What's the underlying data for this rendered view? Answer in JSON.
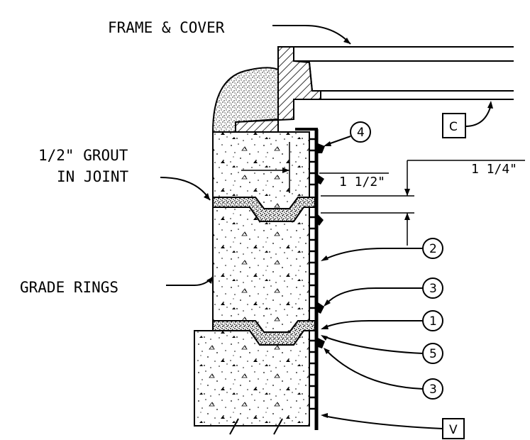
{
  "labels": {
    "frame_cover": "FRAME & COVER",
    "grout_line1": "1/2\" GROUT",
    "grout_line2": "IN JOINT",
    "grade_rings": "GRADE RINGS",
    "dim_1_half": "1 1/2\"",
    "dim_1_quarter": "1 1/4\""
  },
  "callouts": {
    "c": "C",
    "v": "V",
    "n4": "4",
    "n2": "2",
    "n3a": "3",
    "n1": "1",
    "n5": "5",
    "n3b": "3"
  },
  "colors": {
    "ink": "#000000",
    "background": "#ffffff"
  }
}
